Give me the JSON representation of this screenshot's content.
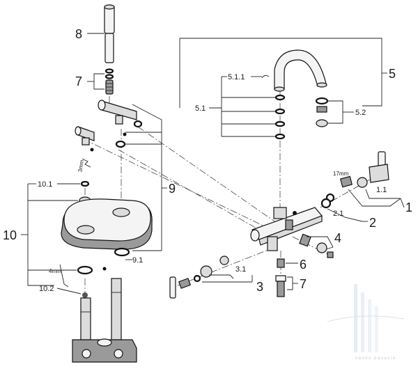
{
  "callouts": {
    "c8": "8",
    "c7_top": "7",
    "c5": "5",
    "c5_1_1": "5.1.1",
    "c5_1": "5.1",
    "c5_2": "5.2",
    "c9": "9",
    "c3mm": "3mm",
    "c10_1": "10.1",
    "c10": "10",
    "c9_1": "9.1",
    "c4mm": "4mm",
    "c10_2": "10.2",
    "c17mm": "17mm",
    "c1_1": "1.1",
    "c1": "1",
    "c2_1": "2.1",
    "c2": "2",
    "c4": "4",
    "c6": "6",
    "c7_bottom": "7",
    "c3_1": "3.1",
    "c3": "3"
  },
  "watermark": {
    "text": "vannu pasaule"
  },
  "colors": {
    "line": "#222222",
    "part_fill": "#dcdcdc",
    "part_dark": "#9a9a9a",
    "watermark": "#9bb3c9"
  }
}
